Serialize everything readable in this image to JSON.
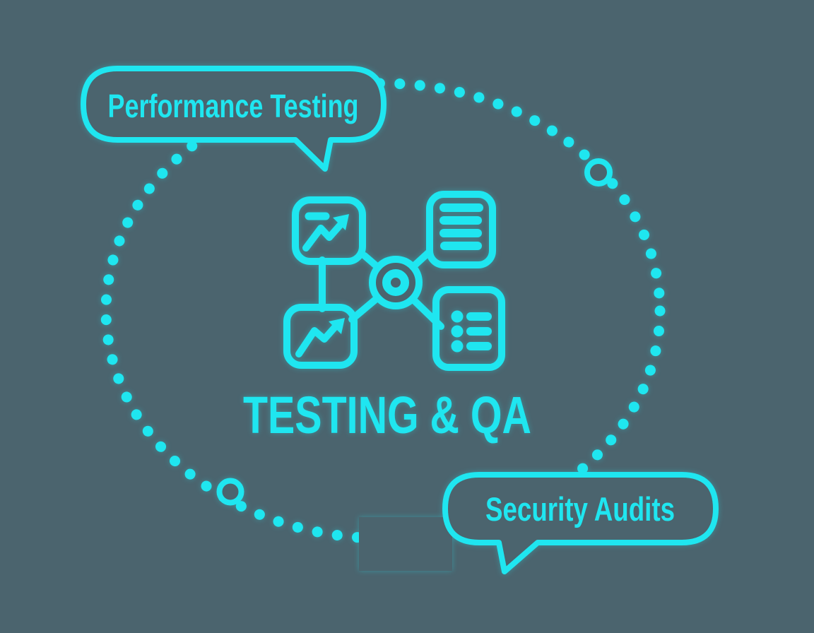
{
  "colors": {
    "background": "#4b646e",
    "accent": "#1fe6f0"
  },
  "title": "TESTING & QA",
  "bubbles": {
    "performance": {
      "label": "Performance Testing"
    },
    "security": {
      "label": "Security Audits"
    }
  },
  "icons": {
    "center": "hub-network-icon",
    "top_left": "line-chart-up-icon",
    "bottom_left": "line-chart-up-icon",
    "top_right": "document-lines-icon",
    "bottom_right": "checklist-icon",
    "decorations": [
      "dotted-ellipse",
      "ring-top-right",
      "ring-bottom-left"
    ]
  }
}
